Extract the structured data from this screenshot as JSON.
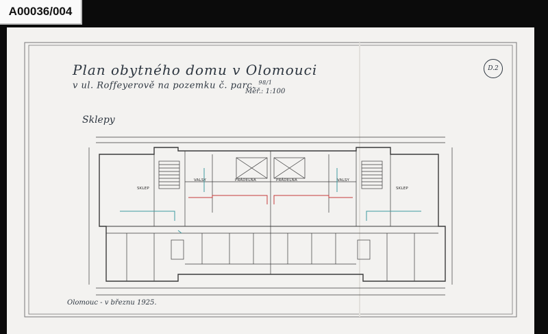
{
  "archive_id": "A00036/004",
  "sheet": {
    "title_line1": "Plan obytného domu v Olomouci",
    "title_line2": "v ul. Roffeyerově na pozemku č. parc.",
    "parcel_no": "98/1",
    "scale_label": "Měř.: 1:100",
    "section_label": "Sklepy",
    "sheet_number": "D.2",
    "place_date": "Olomouc - v březnu 1925.",
    "rooms": {
      "left_cellar": "SKLEP",
      "left_wood": "VALSY",
      "left_laundry": "PRÁDELNA",
      "right_laundry": "PRÁDELNA",
      "right_wood": "VALSY",
      "right_cellar": "SKLEP"
    }
  }
}
